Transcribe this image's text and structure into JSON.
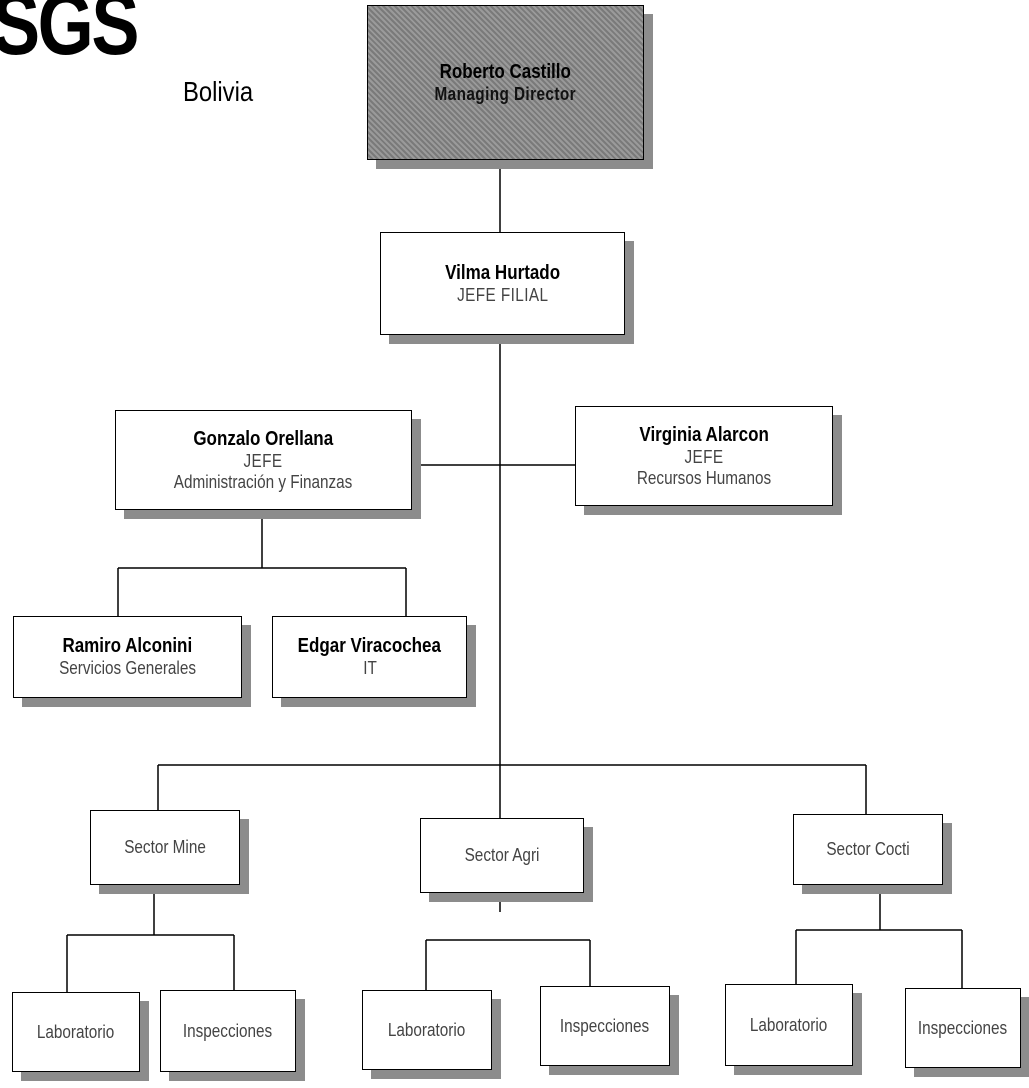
{
  "logo": "SGS",
  "country": "Bolivia",
  "nodes": {
    "director": {
      "name": "Roberto Castillo",
      "title": "Managing Director"
    },
    "jefe_filial": {
      "name": "Vilma Hurtado",
      "title": "JEFE FILIAL"
    },
    "admin": {
      "name": "Gonzalo Orellana",
      "title": "JEFE",
      "dept": "Administración y Finanzas"
    },
    "rrhh": {
      "name": "Virginia Alarcon",
      "title": "JEFE",
      "dept": "Recursos Humanos"
    },
    "servicios": {
      "name": "Ramiro Alconini",
      "dept": "Servicios Generales"
    },
    "it": {
      "name": "Edgar Viracochea",
      "dept": "IT"
    },
    "sector_mine": {
      "label": "Sector Mine"
    },
    "sector_agri": {
      "label": "Sector Agri"
    },
    "sector_cocti": {
      "label": "Sector Cocti"
    },
    "mine_lab": {
      "label": "Laboratorio"
    },
    "mine_insp": {
      "label": "Inspecciones"
    },
    "agri_lab": {
      "label": "Laboratorio"
    },
    "agri_insp": {
      "label": "Inspecciones"
    },
    "cocti_lab": {
      "label": "Laboratorio"
    },
    "cocti_insp": {
      "label": "Inspecciones"
    }
  }
}
